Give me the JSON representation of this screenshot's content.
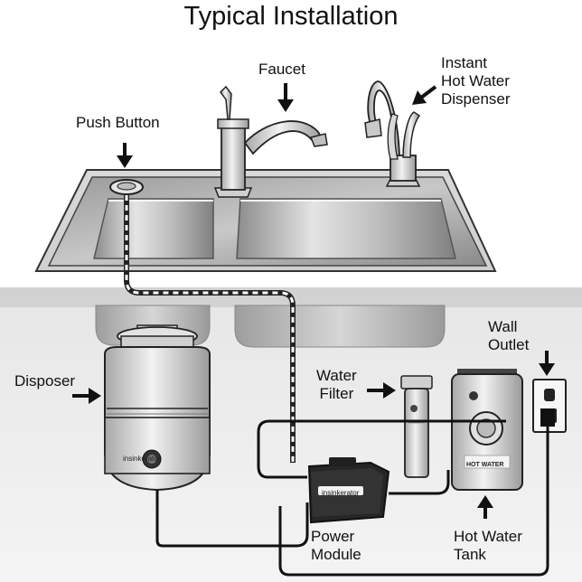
{
  "title": "Typical Installation",
  "labels": {
    "faucet": "Faucet",
    "hot_water_dispenser": [
      "Instant",
      "Hot Water",
      "Dispenser"
    ],
    "push_button": "Push Button",
    "disposer": "Disposer",
    "water_filter": [
      "Water",
      "Filter"
    ],
    "wall_outlet": [
      "Wall",
      "Outlet"
    ],
    "power_module": [
      "Power",
      "Module"
    ],
    "hot_water_tank": [
      "Hot Water",
      "Tank"
    ]
  },
  "product_marks": {
    "brand": "insinkerator",
    "tank_label": "HOT WATER"
  },
  "icons": [
    "arrow-down-icon",
    "arrow-right-icon",
    "arrow-left-icon",
    "arrow-up-icon"
  ]
}
